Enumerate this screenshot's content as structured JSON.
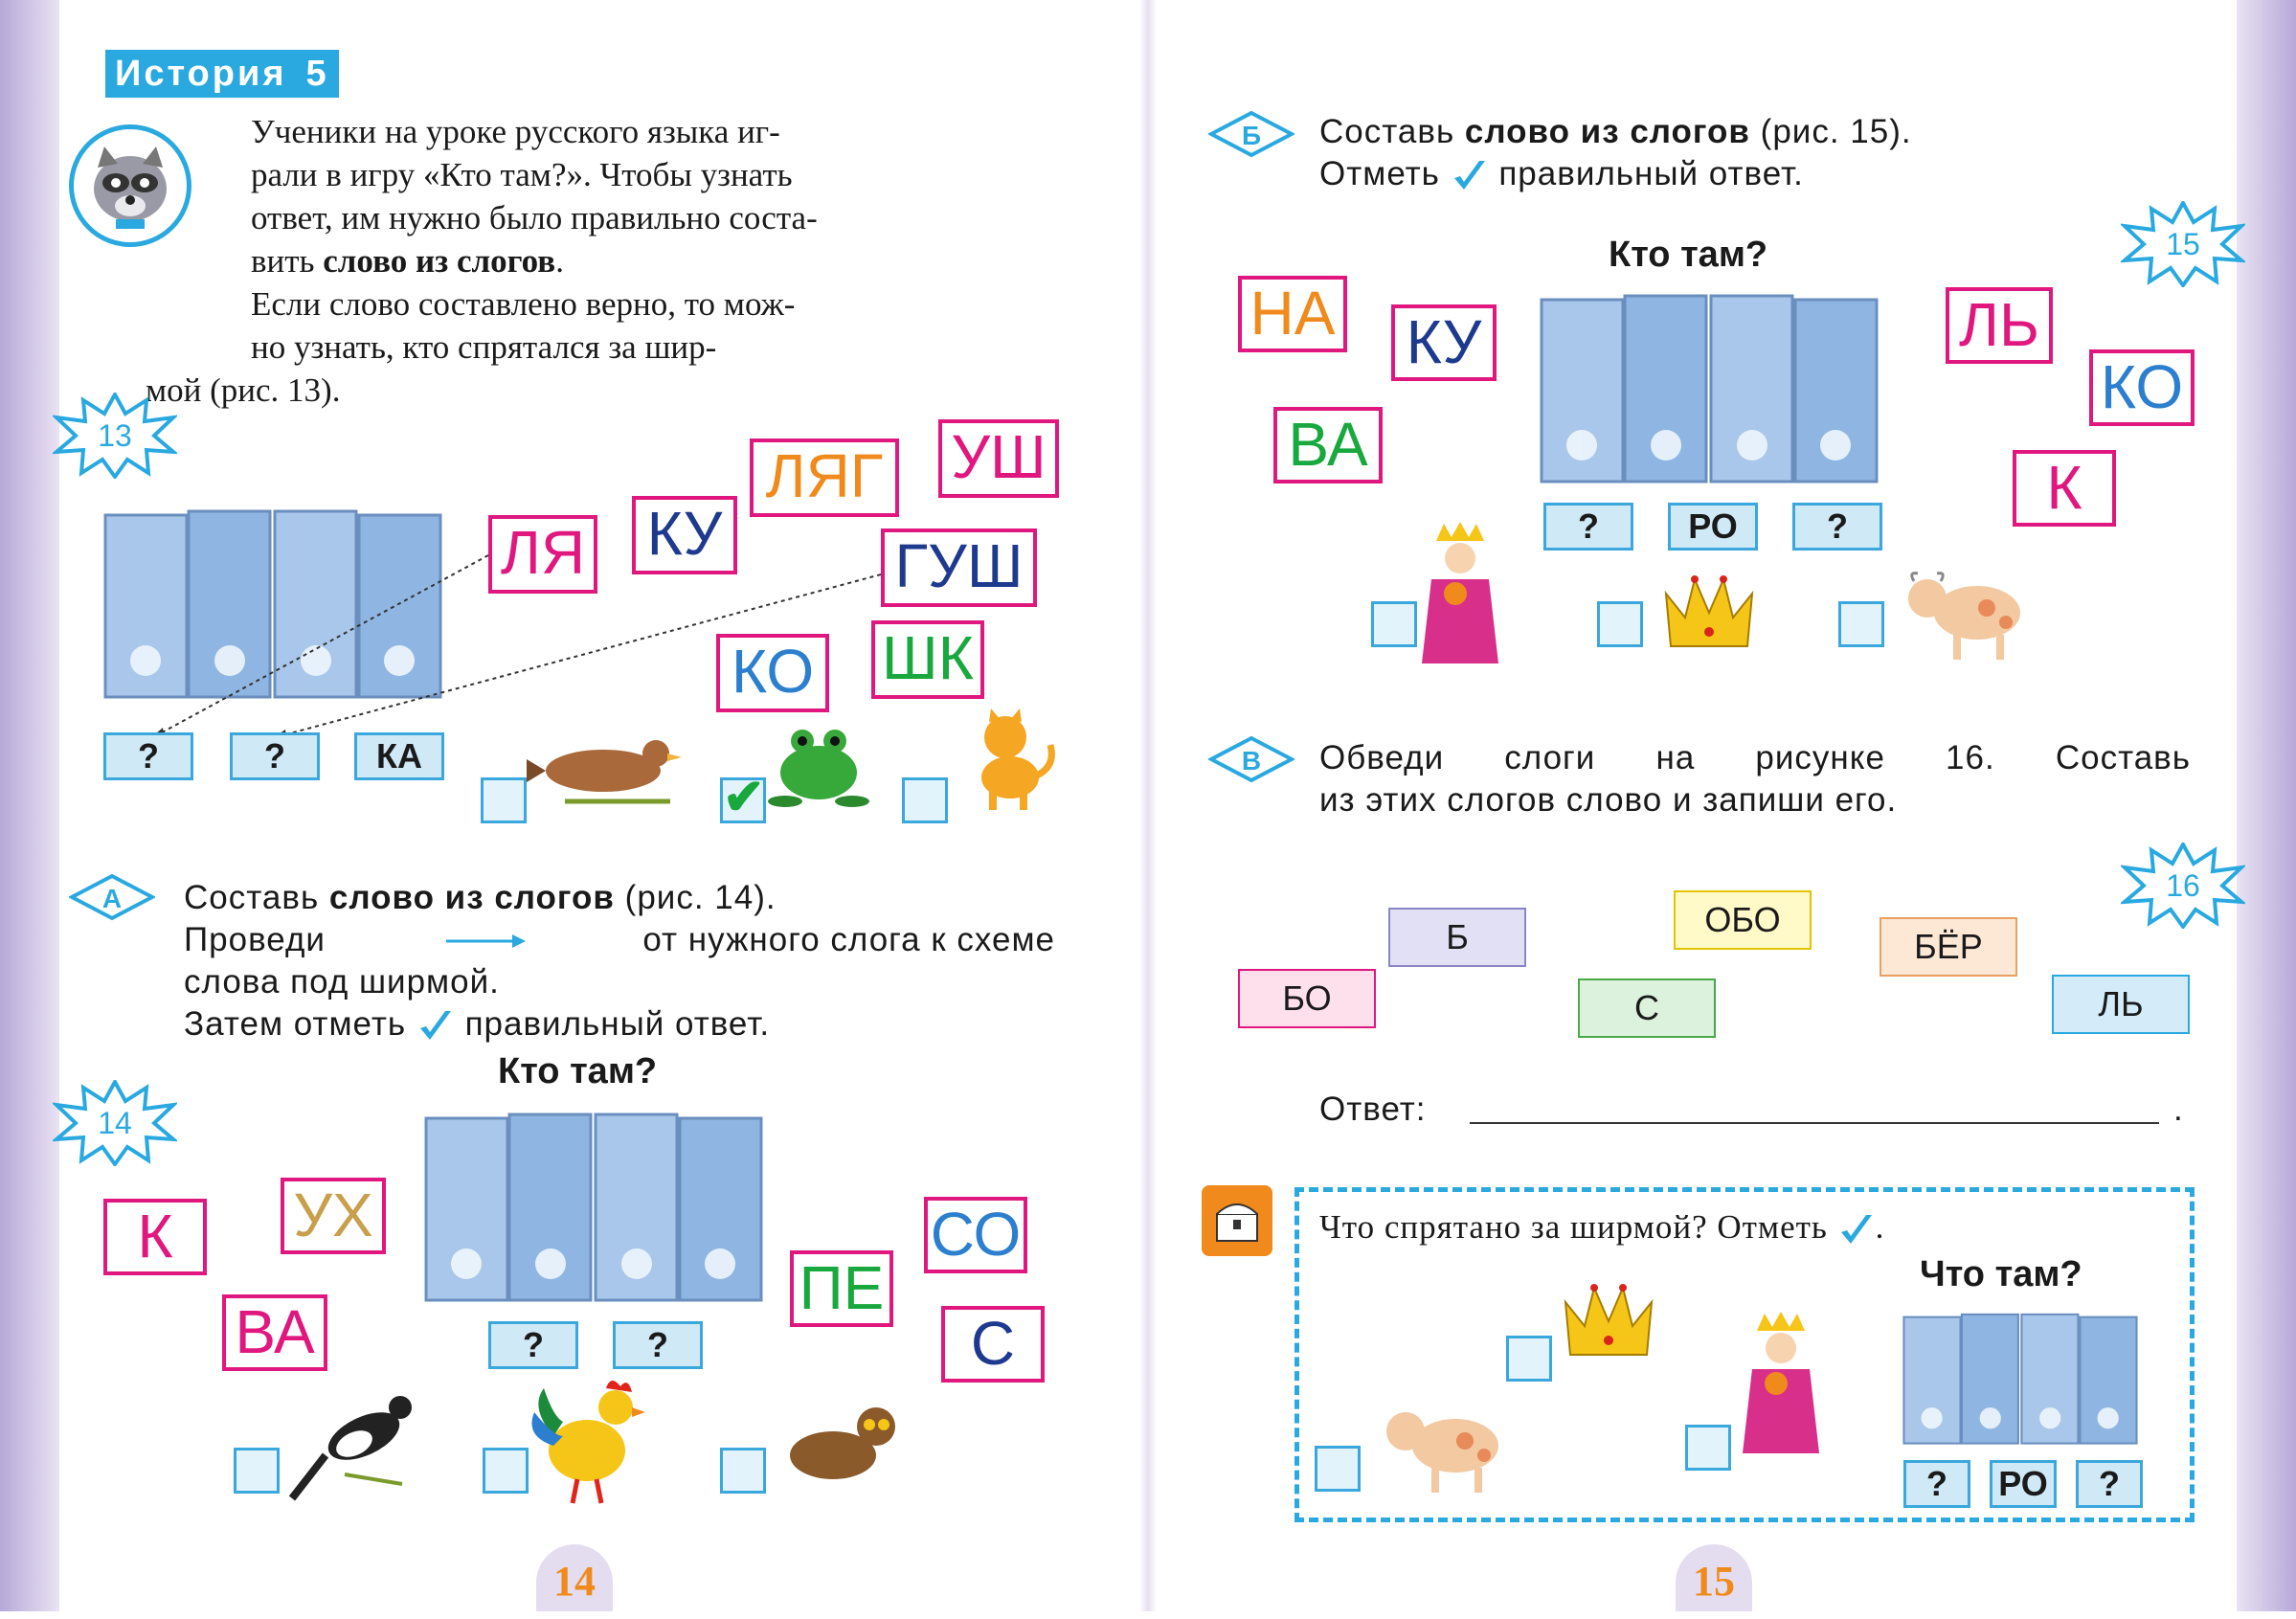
{
  "page_left": {
    "story_title": "История",
    "story_number": "5",
    "intro_p1_a": "Ученики на уроке русского языка иг-",
    "intro_p1_b": "рали в игру «Кто там?». Чтобы узнать",
    "intro_p1_c": "ответ, им нужно было правильно соста-",
    "intro_p1_d_pre": "вить ",
    "intro_p1_d_bold": "слово из слогов",
    "intro_p1_d_post": ".",
    "intro_p2_a": "Если слово составлено верно, то мож-",
    "intro_p2_b": "но узнать, кто спрятался за шир-",
    "intro_p2_c": "мой (рис. 13).",
    "fig13": {
      "label": "13",
      "syllables": [
        "ЛЯ",
        "КУ",
        "ЛЯГ",
        "УШ",
        "ГУШ",
        "КО",
        "ШК"
      ],
      "slots": [
        "?",
        "?",
        "КА"
      ]
    },
    "task_a": {
      "marker": "А",
      "line1_pre": "Составь ",
      "line1_bold": "слово из слогов",
      "line1_post": " (рис. 14).",
      "line2_pre": "Проведи",
      "line2_post": "от нужного слога к схеме",
      "line3": "слова под ширмой.",
      "line4_pre": "Затем отметь",
      "line4_post": "правильный ответ."
    },
    "fig14": {
      "label": "14",
      "title": "Кто там?",
      "syllables": [
        "К",
        "УХ",
        "ВА",
        "СО",
        "ПЕ",
        "С"
      ],
      "slots": [
        "?",
        "?"
      ]
    },
    "page_number": "14"
  },
  "page_right": {
    "task_b": {
      "marker": "Б",
      "line1_pre": "Составь ",
      "line1_bold": "слово из слогов",
      "line1_post": " (рис. 15).",
      "line2_pre": "Отметь",
      "line2_post": "правильный ответ."
    },
    "fig15": {
      "label": "15",
      "title": "Кто там?",
      "syllables": [
        "НА",
        "КУ",
        "ВА",
        "ЛЬ",
        "КО",
        "К"
      ],
      "slots": [
        "?",
        "РО",
        "?"
      ]
    },
    "task_v": {
      "marker": "В",
      "line1": "Обведи слоги на рисунке 16. Составь",
      "line2": "из этих слогов слово и запиши его."
    },
    "fig16": {
      "label": "16",
      "syllables": [
        "Б",
        "ОБО",
        "БЁР",
        "БО",
        "С",
        "ЛЬ"
      ]
    },
    "answer_label": "Ответ:",
    "answer_dot": ".",
    "bonus": {
      "question_pre": "Что спрятано за ширмой? Отметь",
      "question_post": ".",
      "title": "Что там?",
      "slots": [
        "?",
        "РО",
        "?"
      ]
    },
    "page_number": "15"
  },
  "colors": {
    "accent_blue": "#29a9e0",
    "syllable_border": "#e0177f",
    "check_green": "#18a83d",
    "screen_blue": "#8fb6e2"
  }
}
